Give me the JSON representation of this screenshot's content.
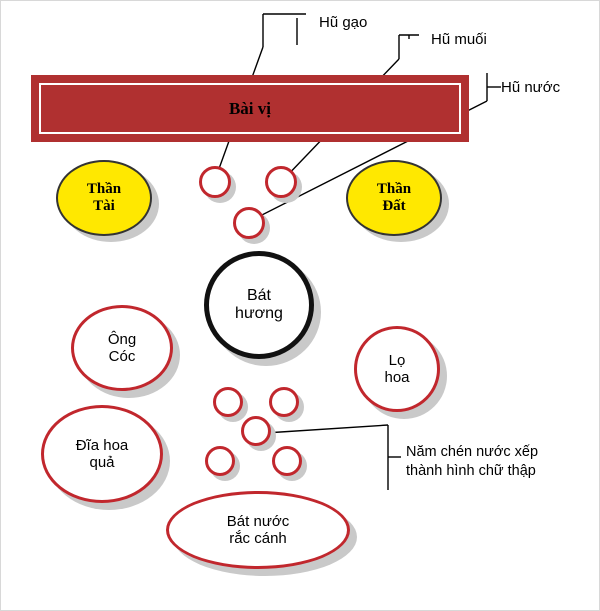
{
  "diagram": {
    "title_plaque": "Bài vị",
    "callouts": [
      {
        "id": "hu-gao",
        "text": "Hũ gạo"
      },
      {
        "id": "hu-muoi",
        "text": "Hũ muối"
      },
      {
        "id": "hu-nuoc",
        "text": "Hũ nước"
      },
      {
        "id": "nam-chen",
        "text": "Năm chén nước xếp\nthành hình chữ thập"
      }
    ],
    "nodes": [
      {
        "id": "than-tai",
        "line1": "Thần",
        "line2": "Tài"
      },
      {
        "id": "than-dat",
        "line1": "Thần",
        "line2": "Đất"
      },
      {
        "id": "bat-huong",
        "line1": "Bát",
        "line2": "hương"
      },
      {
        "id": "ong-coc",
        "line1": "Ông",
        "line2": "Cóc"
      },
      {
        "id": "lo-hoa",
        "line1": "Lọ",
        "line2": "hoa"
      },
      {
        "id": "dia-hoa-qua",
        "line1": "Đĩa hoa",
        "line2": "quả"
      },
      {
        "id": "bat-nuoc-rac",
        "line1": "Bát nước",
        "line2": "rắc cánh"
      }
    ],
    "colors": {
      "plaque_red": "#b03030",
      "ring_red": "#c1272d",
      "yellow": "#ffe800",
      "black": "#111111",
      "text": "#000000"
    }
  }
}
